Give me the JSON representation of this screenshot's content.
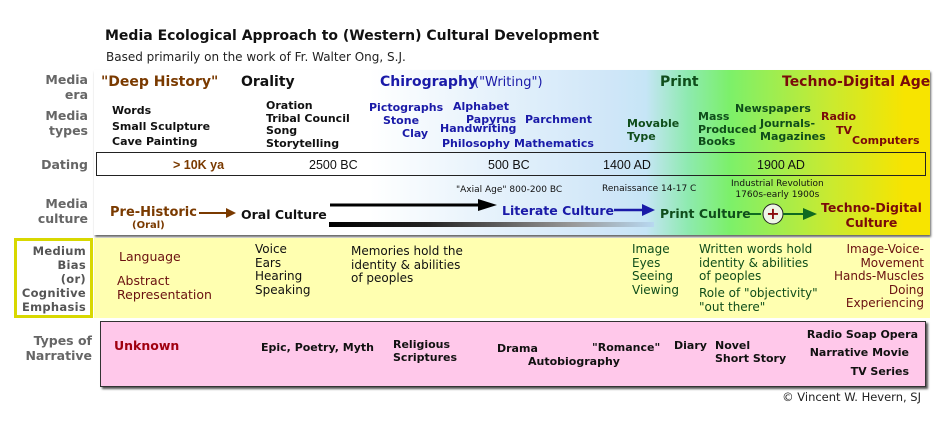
{
  "header": {
    "title": "Media Ecological Approach to (Western) Cultural Development",
    "subtitle": "Based primarily on the work of Fr. Walter Ong, S.J."
  },
  "row_labels": {
    "media_era": [
      "Media",
      "era"
    ],
    "media_types": [
      "Media",
      "types"
    ],
    "dating": "Dating",
    "media_culture": [
      "Media",
      "culture"
    ],
    "medium_bias": [
      "Medium",
      "Bias",
      "(or)",
      "Cognitive",
      "Emphasis"
    ],
    "narrative": [
      "Types of",
      "Narrative"
    ]
  },
  "eras": {
    "deep_history": "\"Deep History\"",
    "orality": "Orality",
    "chirography": "Chirography",
    "chirography_note": "(\"Writing\")",
    "print": "Print",
    "techno": "Techno-Digital Age"
  },
  "media_types": {
    "deep": [
      "Words",
      "Small Sculpture",
      "Cave Painting"
    ],
    "oral": [
      "Oration",
      "Tribal Council",
      "Song",
      "Storytelling"
    ],
    "pictographs": "Pictographs",
    "stone": "Stone",
    "clay": "Clay",
    "alphabet": "Alphabet",
    "papyrus": "Papyrus",
    "handwriting": "Handwriting",
    "philosophy": "Philosophy",
    "parchment": "Parchment",
    "mathematics": "Mathematics",
    "movable": [
      "Movable",
      "Type"
    ],
    "mass": [
      "Mass",
      "Produced",
      "Books"
    ],
    "newspapers": "Newspapers",
    "journals": [
      "Journals-",
      "Magazines"
    ],
    "radio": "Radio",
    "tv": "TV",
    "computers": "Computers"
  },
  "dating": {
    "d1": "> 10K ya",
    "d2": "2500 BC",
    "d3": "500 BC",
    "d4": "1400 AD",
    "d5": "1900 AD"
  },
  "culture": {
    "prehistoric": "Pre-Historic",
    "prehistoric_sub": "(Oral)",
    "oral": "Oral Culture",
    "axial": "\"Axial Age\" 800-200 BC",
    "literate": "Literate Culture",
    "renaissance": "Renaissance 14-17 C",
    "print": "Print Culture",
    "industrial": [
      "Industrial Revolution",
      "1760s-early 1900s"
    ],
    "plus": "+",
    "techno": [
      "Techno-Digital",
      "Culture"
    ]
  },
  "bias": {
    "language": "Language",
    "abstract": [
      "Abstract",
      "Representation"
    ],
    "senses_oral": [
      "Voice",
      "Ears",
      "Hearing",
      "Speaking"
    ],
    "memories": [
      "Memories hold the",
      "identity & abilities",
      "of peoples"
    ],
    "senses_print": [
      "Image",
      "Eyes",
      "Seeing",
      "Viewing"
    ],
    "written": [
      "Written words hold",
      "identity & abilities",
      "of peoples"
    ],
    "objectivity": [
      "Role of \"objectivity\"",
      "\"out there\""
    ],
    "techno": [
      "Image-Voice-",
      "Movement",
      "Hands-Muscles",
      "Doing",
      "Experiencing"
    ]
  },
  "narrative": {
    "unknown": "Unknown",
    "epic": "Epic, Poetry, Myth",
    "religious": [
      "Religious",
      "Scriptures"
    ],
    "drama": "Drama",
    "autobiography": "Autobiography",
    "romance": "\"Romance\"",
    "diary": "Diary",
    "novel": "Novel",
    "short_story": "Short Story",
    "radio_soap": "Radio Soap Opera",
    "movie": "Narrative Movie",
    "tv_series": "TV Series"
  },
  "footer": {
    "copyright": "© Vincent W. Hevern, SJ"
  },
  "colors": {
    "brown": "#7a3a00",
    "blue": "#1a1aa8",
    "green": "#0f4d1a",
    "maroon": "#7a0a0a",
    "bias_bg": "#ffffb0",
    "narrative_bg": "#ffc8ea",
    "bias_border": "#d8d800"
  }
}
